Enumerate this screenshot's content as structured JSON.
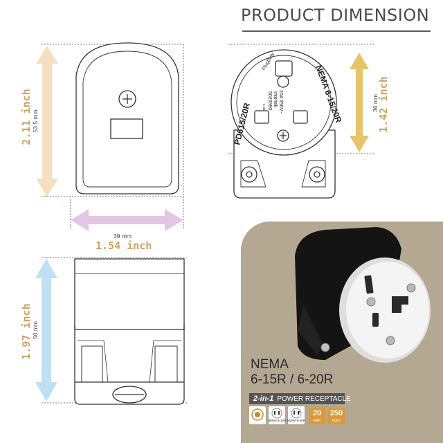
{
  "title": "PRODUCT DIMENSION",
  "front": {
    "height_inch": "2.11 inch",
    "height_mm": "53.5 mm",
    "width_mm": "39 mm",
    "width_inch": "1.54 inch"
  },
  "face": {
    "height_inch": "1.42 inch",
    "height_mm": "36 mm",
    "brand": "PlugDuty",
    "rating": "20A 250V~",
    "marking1": "Intertek",
    "marking2": "5026990",
    "nema_text": "NEMA 6-15/20R",
    "model_text": "PD615/20R",
    "prefix": "c  us"
  },
  "side": {
    "height_inch": "1.97 inch",
    "height_mm": "50 mm"
  },
  "product": {
    "line1": "NEMA",
    "line2": "6-15R / 6-20R",
    "tag_bold": "2-in-1",
    "tag_text": "POWER RECEPTACLE",
    "cert_labels": [
      "NEMA 6-15R",
      "NEMA 6-20R"
    ],
    "amp_value": "20",
    "amp_unit": "AMP",
    "volt_value": "250",
    "volt_unit": "VOLT"
  },
  "colors": {
    "orange_arrow": "#f6dfc0",
    "purple_arrow": "#e3c6e3",
    "yellow_arrow": "#e7c46a",
    "blue_arrow": "#bfe0f3",
    "dimension_text": "#c9a565",
    "panel": "#b4a893",
    "badge": "#d99a3b"
  }
}
